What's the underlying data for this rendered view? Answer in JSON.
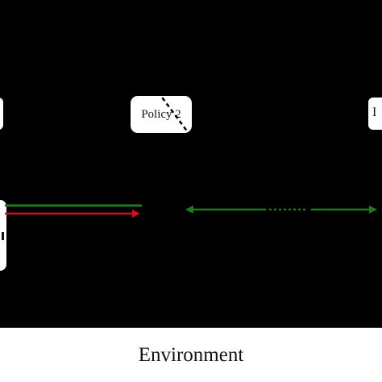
{
  "diagram": {
    "policy_label": "Policy 2",
    "environment_label": "Environment",
    "right_box_label_partial": "I"
  },
  "colors": {
    "background": "#000000",
    "box_fill": "#ffffff",
    "green_arrow": "#1f7a1f",
    "red_arrow": "#d0101a",
    "dashed_line": "#000000"
  }
}
